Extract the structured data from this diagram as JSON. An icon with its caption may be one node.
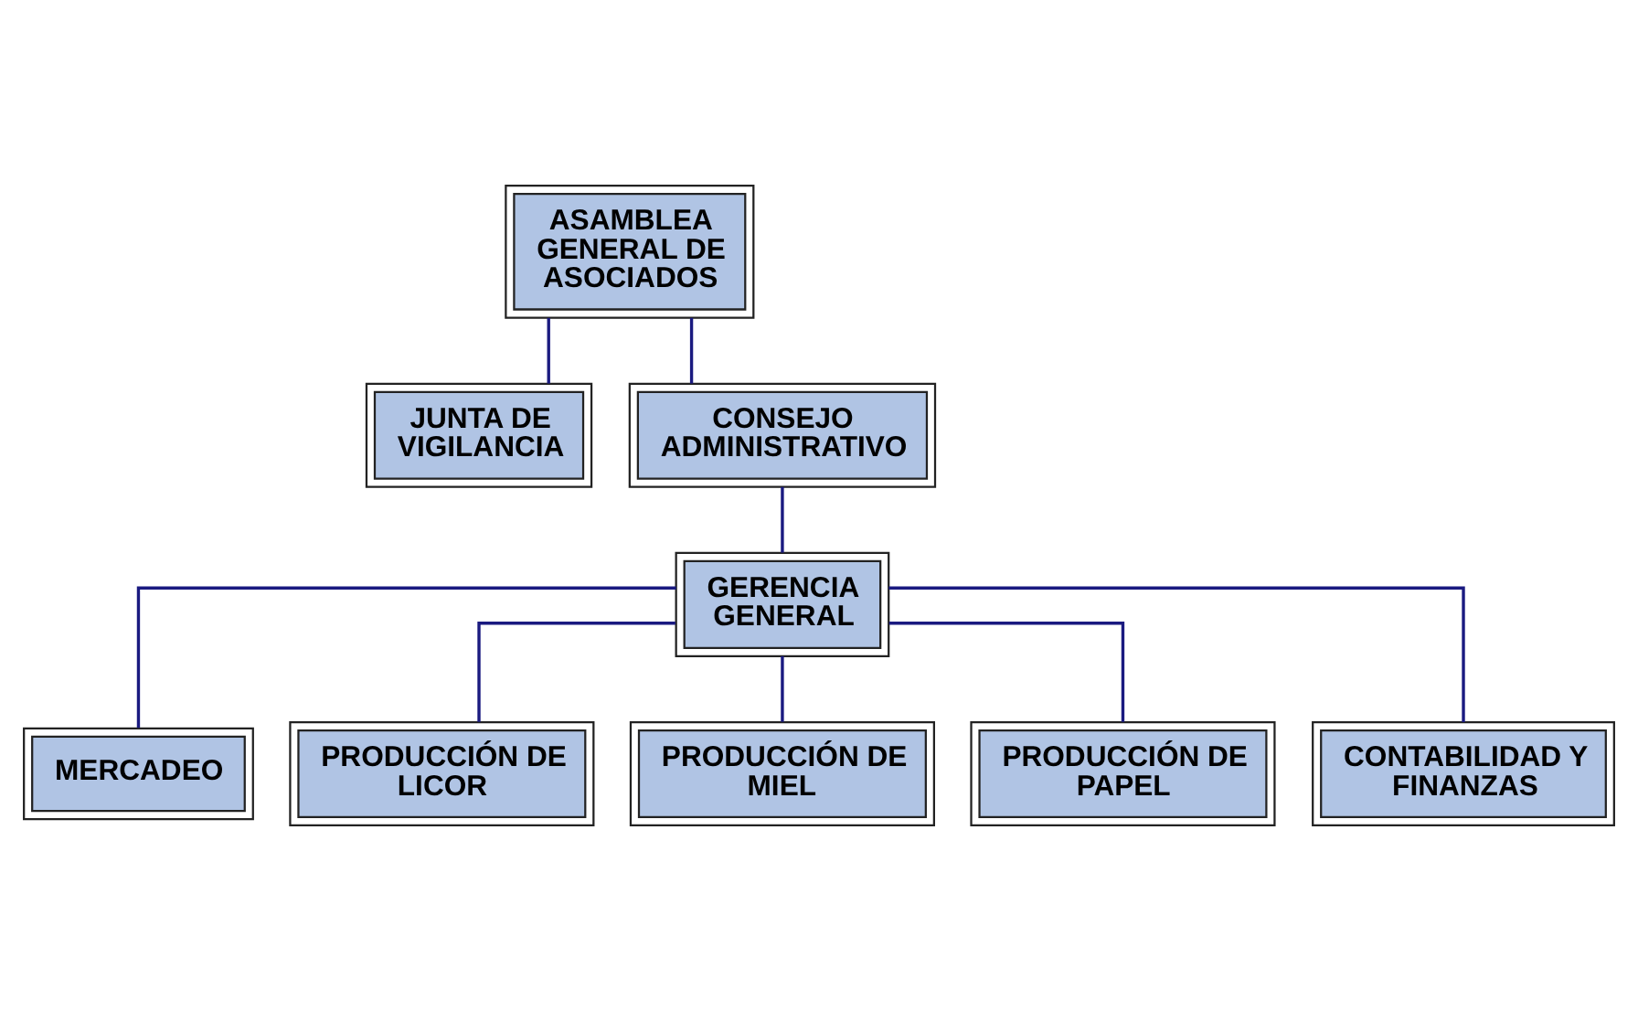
{
  "diagram": {
    "nodes": [
      {
        "text": [
          "ASAMBLEA GENERAL DE ASOCIADOS"
        ]
      },
      {
        "text": [
          "JUNTA DE VIGILANCIA"
        ]
      },
      {
        "text": [
          "CONSEJO ADMINISTRATIVO"
        ]
      },
      {
        "text": [
          "GERENCIA GENERAL"
        ]
      },
      {
        "text": [
          "MERCADEO"
        ]
      },
      {
        "text": [
          "PRODUCCIÓN DE LICOR"
        ]
      },
      {
        "text": [
          "PRODUCCIÓN DE MIEL"
        ]
      },
      {
        "text": [
          "PRODUCCIÓN DE PAPEL"
        ]
      },
      {
        "text": [
          "CONTABILIDAD Y FINANZAS"
        ]
      }
    ],
    "edges": [
      {
        "from": 0,
        "to": 2,
        "arrow": "none"
      },
      {
        "from": 0,
        "to": 1,
        "arrow": "none"
      },
      {
        "from": 2,
        "to": 3,
        "arrow": "none"
      },
      {
        "from": 3,
        "to": 4,
        "arrow": "none"
      },
      {
        "from": 3,
        "to": 5,
        "arrow": "none"
      },
      {
        "from": 3,
        "to": 6,
        "arrow": "none"
      },
      {
        "from": 3,
        "to": 7,
        "arrow": "none"
      },
      {
        "from": 3,
        "to": 8,
        "arrow": "none"
      }
    ]
  }
}
